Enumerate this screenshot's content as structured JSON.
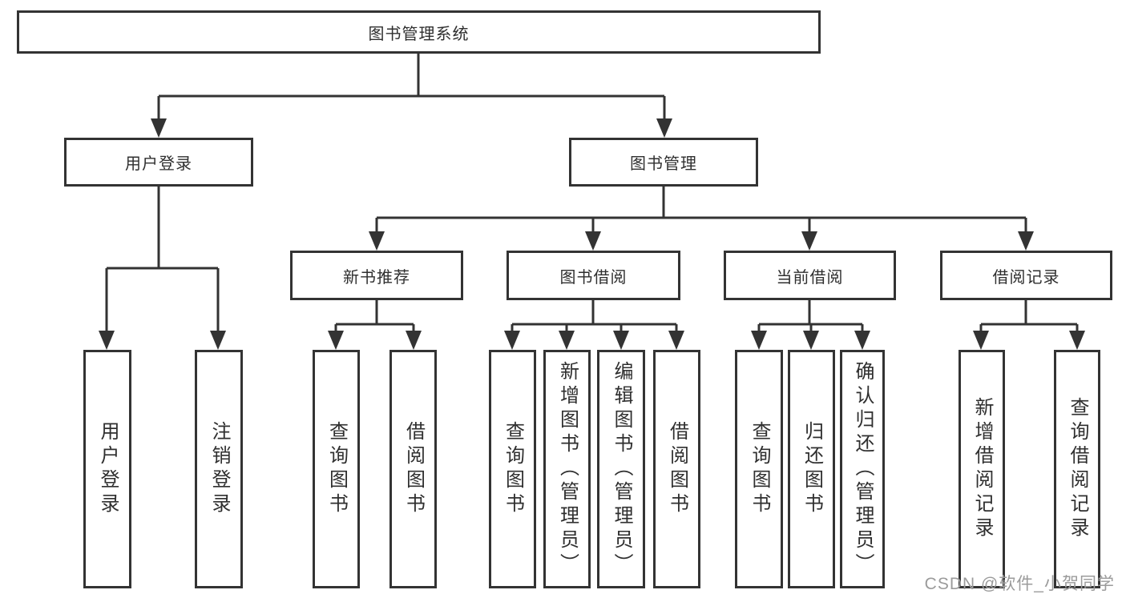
{
  "nodes": {
    "root": "图书管理系统",
    "level2": [
      {
        "label": "用户登录"
      },
      {
        "label": "图书管理"
      }
    ],
    "level3": [
      {
        "label": "新书推荐"
      },
      {
        "label": "图书借阅"
      },
      {
        "label": "当前借阅"
      },
      {
        "label": "借阅记录"
      }
    ],
    "leaves": {
      "user_login": [
        "用户登录",
        "注销登录"
      ],
      "new_book_recommendation": [
        "查询图书",
        "借阅图书"
      ],
      "book_borrowing": [
        "查询图书",
        "新增图书（管理员）",
        "编辑图书（管理员）",
        "借阅图书"
      ],
      "current_borrowing": [
        "查询图书",
        "归还图书",
        "确认归还（管理员）"
      ],
      "borrowing_records": [
        "新增借阅记录",
        "查询借阅记录"
      ]
    }
  },
  "watermark": "CSDN @软件_小贺同学",
  "colors": {
    "line": "#333333",
    "text": "#2f2f2f",
    "watermark": "#9b9b9b",
    "background": "#ffffff"
  }
}
